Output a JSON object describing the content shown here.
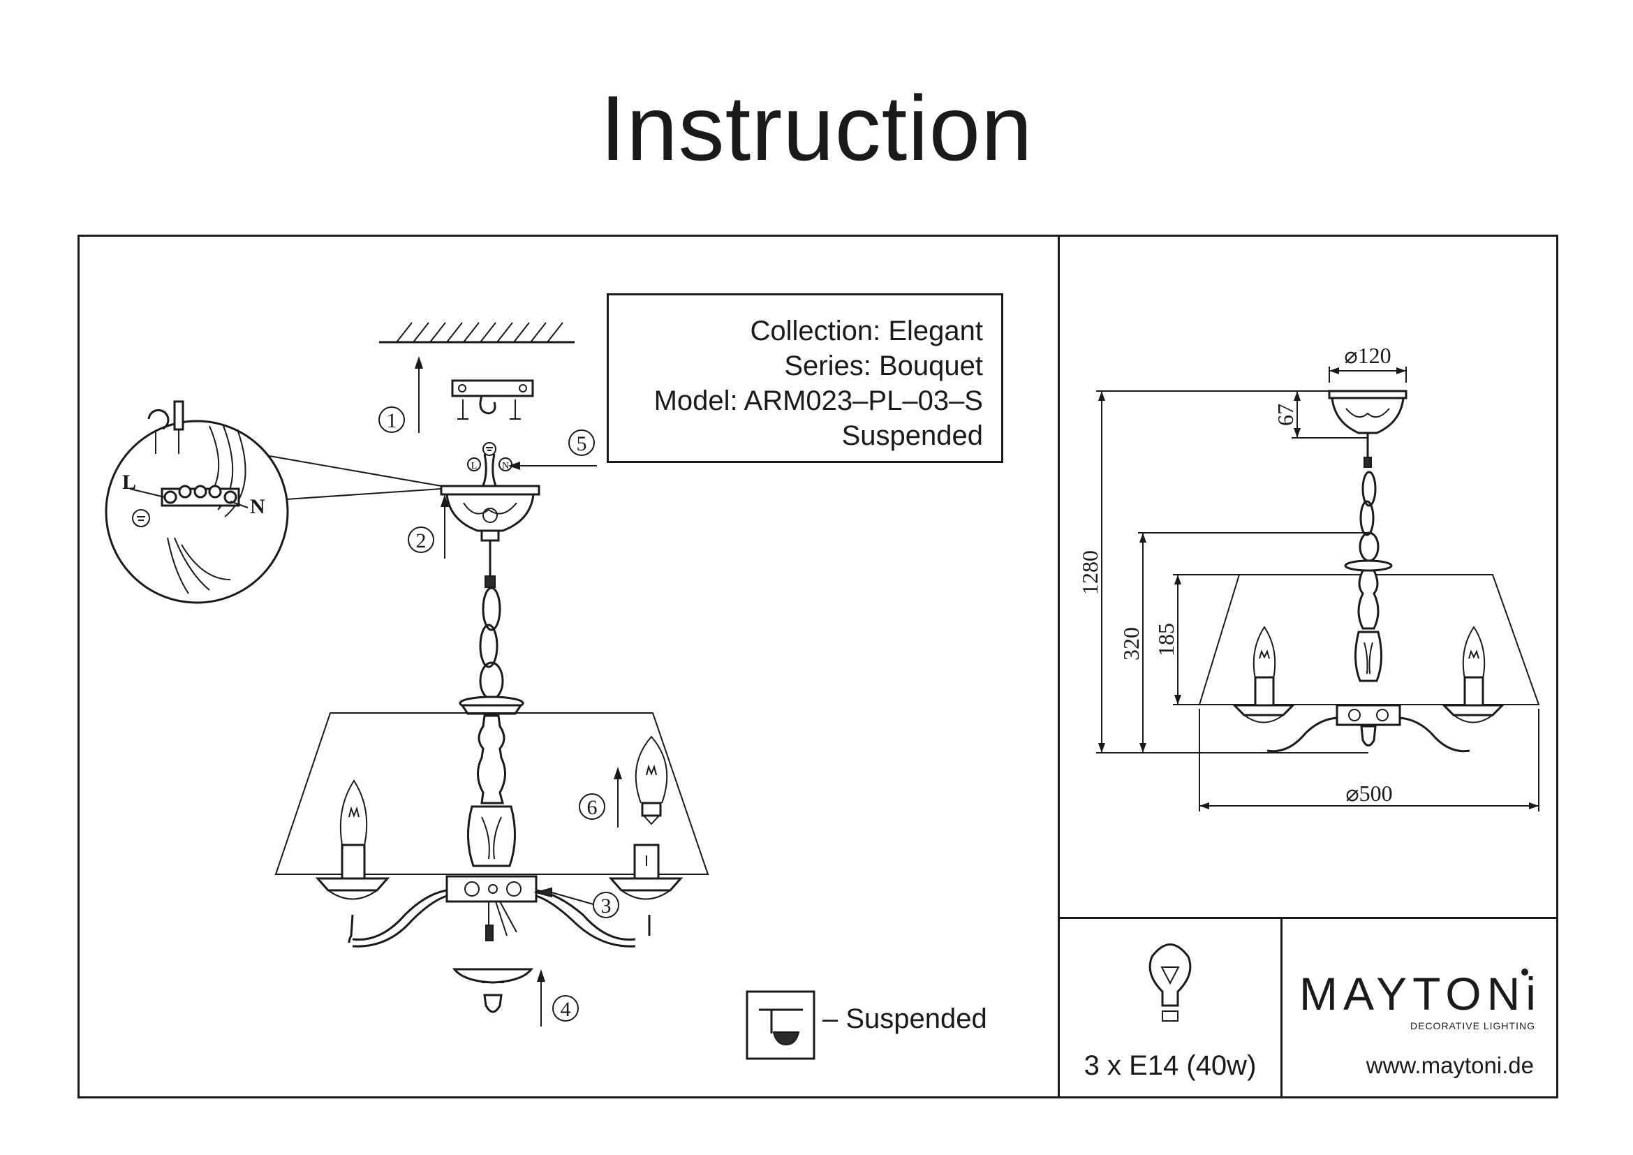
{
  "page": {
    "title": "Instruction"
  },
  "product": {
    "collection": "Collection: Elegant",
    "series": "Series: Bouquet",
    "model": "Model: ARM023–PL–03–S",
    "type": "Suspended"
  },
  "assembly": {
    "steps": [
      "1",
      "2",
      "3",
      "4",
      "5",
      "6"
    ],
    "terminal_l": "L",
    "terminal_n": "N",
    "wire_l": "L",
    "wire_n": "N"
  },
  "dimensions": {
    "canopy_diameter": "⌀120",
    "canopy_height": "67",
    "total_height": "1280",
    "body_height": "320",
    "shade_height": "185",
    "shade_diameter": "⌀500"
  },
  "legend": {
    "suspended_label": "– Suspended"
  },
  "lamp": {
    "spec": "3 x E14 (40w)"
  },
  "brand": {
    "name": "MAYTONi",
    "tagline": "DECORATIVE LIGHTING",
    "website": "www.maytoni.de"
  }
}
